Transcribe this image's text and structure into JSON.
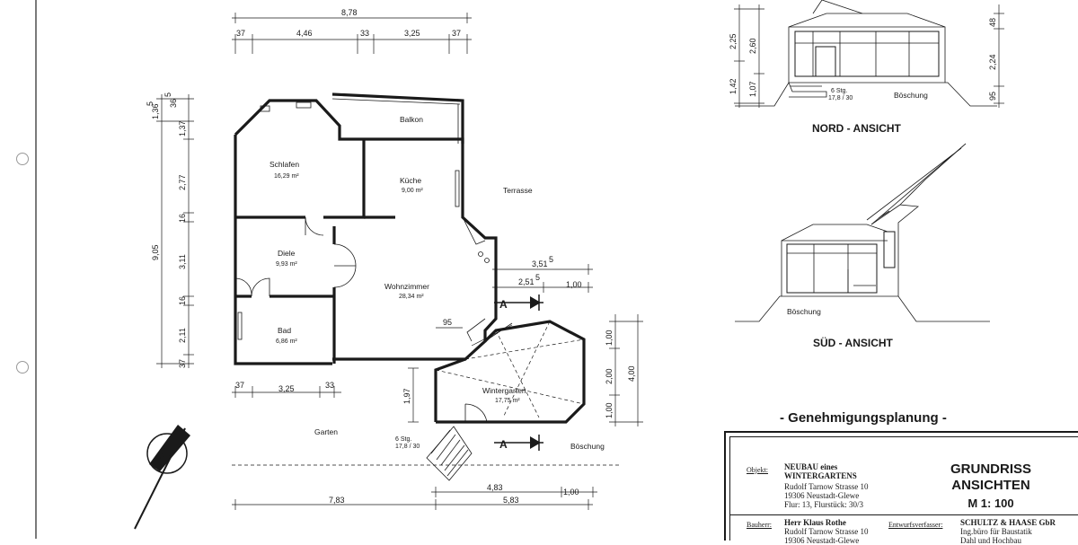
{
  "plan": {
    "dims_top": {
      "overall": "8,78",
      "segments": [
        "37",
        "4,46",
        "33",
        "3,25",
        "37"
      ]
    },
    "dims_left": {
      "overall": "9,05",
      "segments_outer": [
        "1,36",
        "5",
        "36",
        "5"
      ],
      "segments": [
        "1,37",
        "2,77",
        "16",
        "3,11",
        "16",
        "2,11",
        "37"
      ]
    },
    "dims_bottom_left": [
      "37",
      "3,25",
      "33"
    ],
    "dims_bottom": {
      "row1": [
        "4,83",
        "1,00"
      ],
      "row2": [
        "7,83",
        "5,83"
      ]
    },
    "dims_right": {
      "d1": "3,51",
      "d1_sup": "5",
      "d2": "2,51",
      "d2_sup": "5",
      "d3": "1,00",
      "d4": "95",
      "wg_left": "1,97",
      "wg_v": [
        "1,00",
        "2,00",
        "1,00"
      ],
      "wg_total": "4,00"
    },
    "rooms": [
      {
        "name": "Schlafen",
        "area": "16,29 m²"
      },
      {
        "name": "Küche",
        "area": "9,00 m²"
      },
      {
        "name": "Diele",
        "area": "9,93 m²"
      },
      {
        "name": "Wohnzimmer",
        "area": "28,34 m²"
      },
      {
        "name": "Bad",
        "area": "6,86 m²"
      },
      {
        "name": "Wintergarten",
        "area": "17,75 m²"
      }
    ],
    "labels": {
      "balkon": "Balkon",
      "terrasse": "Terrasse",
      "garten": "Garten",
      "boeschung": "Böschung",
      "section_a": "A",
      "stairs": "6 Stg.",
      "stairs_ratio": "17,8 / 30"
    }
  },
  "north_view": {
    "title": "NORD - ANSICHT",
    "dims_left": [
      "2,25",
      "2,60",
      "1,42",
      "1,07"
    ],
    "dims_right": [
      "48",
      "2,24",
      "95"
    ],
    "stairs": "6 Stg.",
    "stairs_ratio": "17,8 / 30",
    "boeschung": "Böschung"
  },
  "south_view": {
    "title": "SÜD - ANSICHT",
    "boeschung": "Böschung"
  },
  "stamp": "- Genehmigungsplanung -",
  "title_block": {
    "heading_1": "GRUNDRISS",
    "heading_2": "ANSICHTEN",
    "scale": "M 1: 100",
    "objekt_label": "Objekt:",
    "objekt_lines": [
      "NEUBAU eines",
      "WINTERGARTENS",
      "Rudolf Tarnow Strasse 10",
      "19306 Neustadt-Glewe",
      "Flur: 13, Flurstück: 30/3"
    ],
    "bauherr_label": "Bauherr:",
    "bauherr_lines": [
      "Herr Klaus Rothe",
      "Rudolf Tarnow Strasse 10",
      "19306 Neustadt-Glewe"
    ],
    "verfasser_label": "Entwurfsverfasser:",
    "verfasser_lines": [
      "SCHULTZ & HAASE GbR",
      "Ing.büro für Baustatik",
      "Dahl und Hochbau"
    ]
  },
  "north_arrow": "N"
}
